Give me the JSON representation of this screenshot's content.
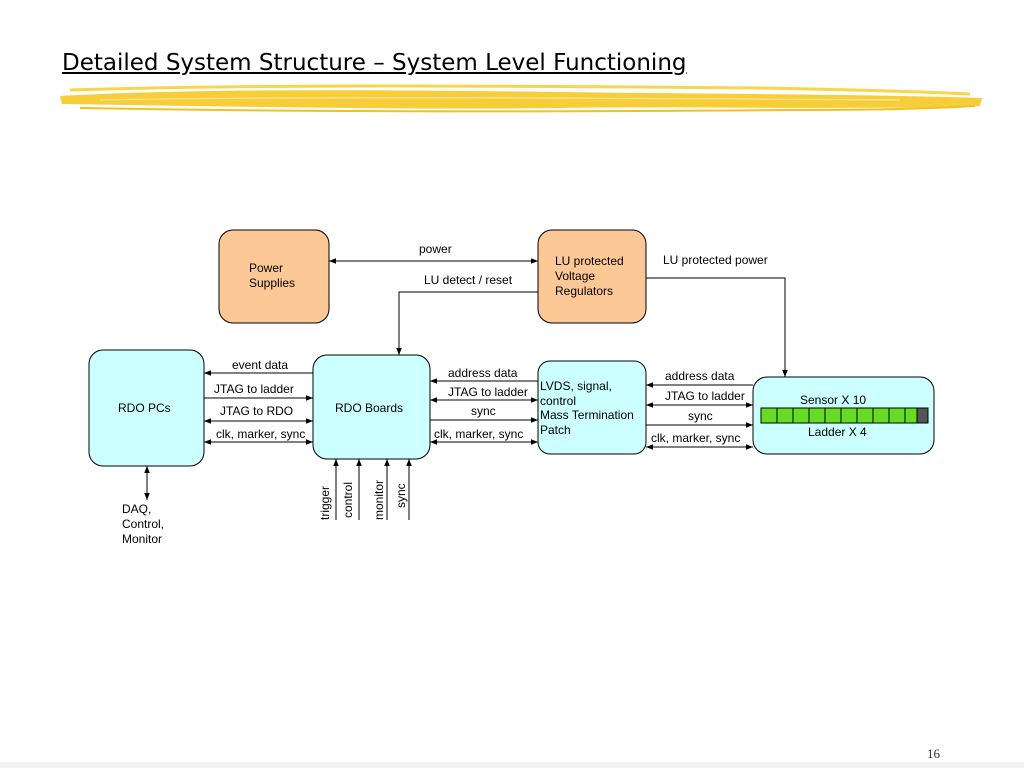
{
  "title": "Detailed System Structure – System Level Functioning",
  "page_number": "16",
  "colors": {
    "power_box": "#fcc896",
    "data_box": "#ccffff",
    "highlight": "#f5c518",
    "sensor_cell": "#66dd22"
  },
  "boxes": {
    "power_supplies": [
      "Power",
      "Supplies"
    ],
    "lu_regulators": [
      "LU protected",
      "Voltage",
      "Regulators"
    ],
    "rdo_pcs": "RDO PCs",
    "rdo_boards": "RDO Boards",
    "lvds_patch": [
      "LVDS, signal,",
      "control",
      "Mass Termination",
      "Patch"
    ],
    "ladder_sensor": "Sensor  X 10",
    "ladder_label": "Ladder X 4"
  },
  "labels": {
    "power": "power",
    "lu_detect": "LU detect / reset",
    "lu_protected_power": "LU protected power",
    "event_data": "event data",
    "jtag_ladder_left": "JTAG to ladder",
    "jtag_rdo": "JTAG to RDO",
    "clk_left": "clk, marker, sync",
    "addr_mid": "address data",
    "jtag_ladder_mid": "JTAG to ladder",
    "sync_mid": "sync",
    "clk_mid": "clk, marker, sync",
    "addr_right": "address data",
    "jtag_ladder_right": "JTAG to ladder",
    "sync_right": "sync",
    "clk_right": "clk, marker, sync",
    "trigger": "trigger",
    "control": "control",
    "monitor": "monitor",
    "sync_vert": "sync",
    "daq": [
      "DAQ,",
      "Control,",
      "Monitor"
    ]
  }
}
